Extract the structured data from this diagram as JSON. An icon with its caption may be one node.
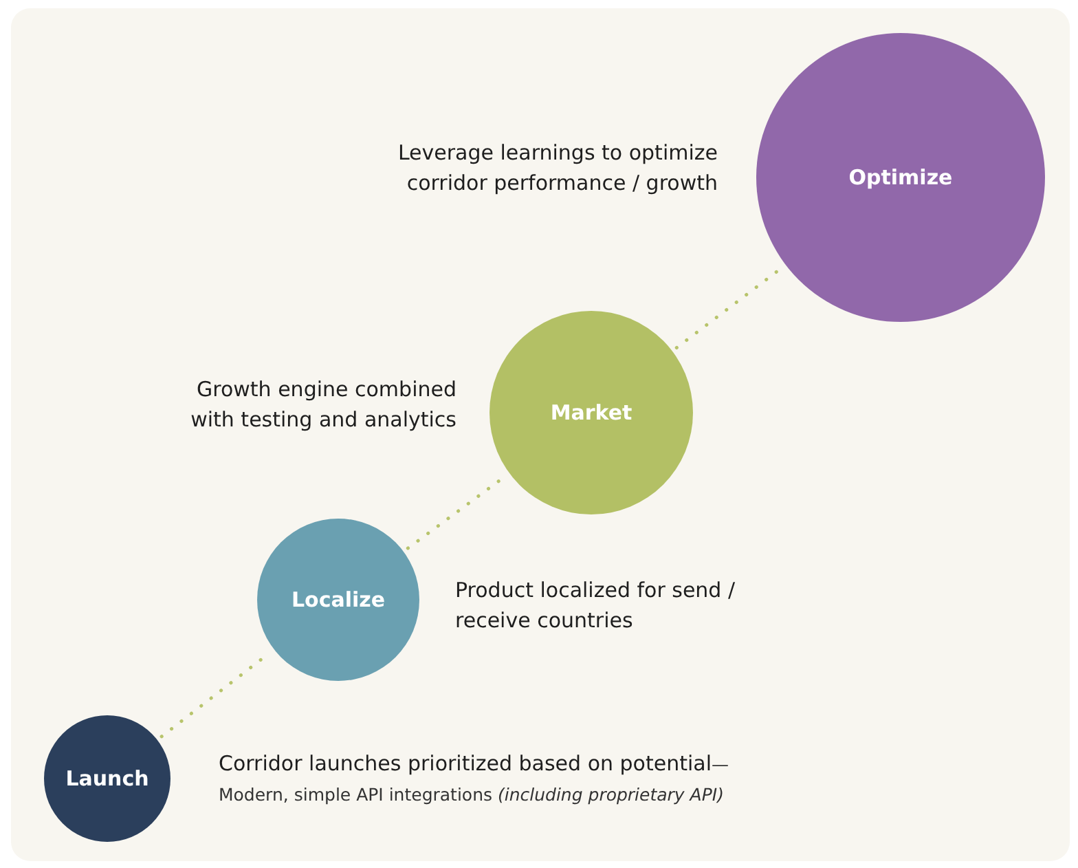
{
  "diagram": {
    "nodes": [
      {
        "text": [
          "Launch"
        ],
        "beside": [
          "Corridor launches prioritized based on potential",
          "—Modern, simple API integrations *(including proprietary API)*"
        ]
      },
      {
        "text": [
          "Localize"
        ],
        "beside": [
          "Product localized for send / receive countries"
        ]
      },
      {
        "text": [
          "Market"
        ],
        "beside": [
          "Growth engine combined with testing and analytics"
        ]
      },
      {
        "text": [
          "Optimize"
        ],
        "beside": [
          "Leverage learnings to optimize corridor performance / growth"
        ]
      }
    ],
    "edges": [
      {
        "from": 0,
        "to": 1,
        "arrow": "none",
        "style": "dashed"
      },
      {
        "from": 1,
        "to": 2,
        "arrow": "none",
        "style": "dashed"
      },
      {
        "from": 2,
        "to": 3,
        "arrow": "none",
        "style": "dashed"
      }
    ]
  }
}
